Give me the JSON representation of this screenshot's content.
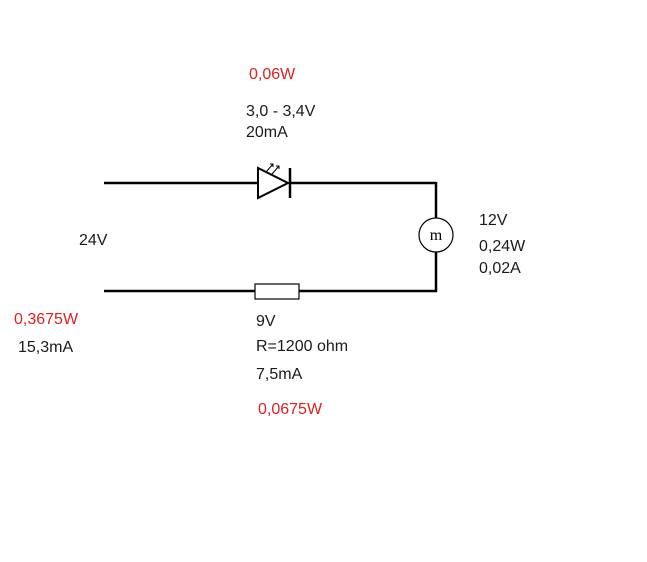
{
  "colors": {
    "wire": "#000000",
    "power_label": "#e02020",
    "text": "#1a1a1a"
  },
  "source": {
    "voltage": "24V",
    "power": "0,3675W",
    "current": "15,3mA"
  },
  "led": {
    "power": "0,06W",
    "voltage": "3,0 - 3,4V",
    "current": "20mA",
    "icon": "led-icon"
  },
  "motor": {
    "symbol": "m",
    "voltage": "12V",
    "power": "0,24W",
    "current": "0,02A",
    "icon": "motor-icon"
  },
  "resistor": {
    "voltage": "9V",
    "resistance": "R=1200 ohm",
    "current": "7,5mA",
    "power": "0,0675W",
    "icon": "resistor-icon"
  }
}
